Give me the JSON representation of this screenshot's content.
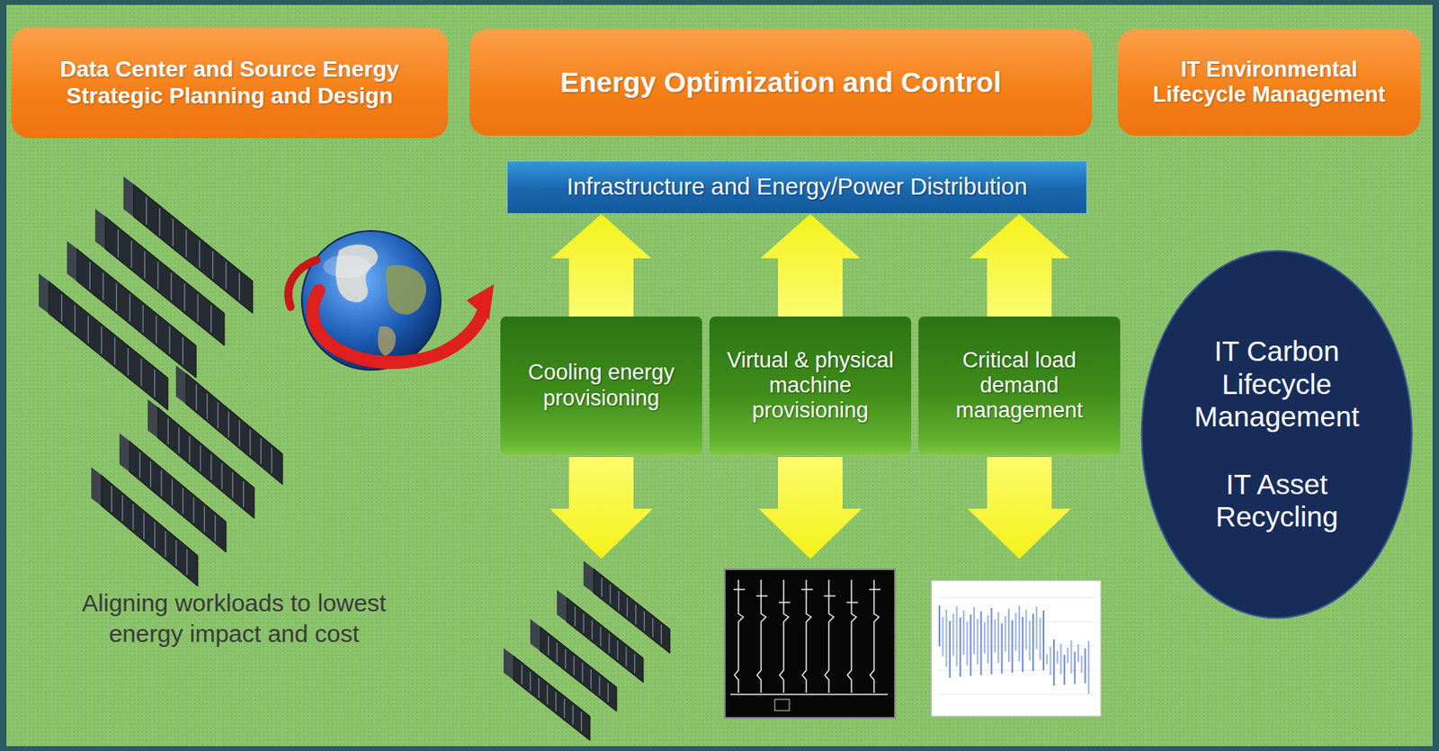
{
  "diagram": {
    "nodes": [
      {
        "text": [
          "Data Center and Source Energy Strategic Planning and Design"
        ]
      },
      {
        "text": [
          "Energy Optimization and Control"
        ]
      },
      {
        "text": [
          "IT Environmental Lifecycle Management"
        ]
      },
      {
        "text": [
          "Infrastructure and Energy/Power Distribution"
        ]
      },
      {
        "text": [
          "Cooling energy provisioning"
        ]
      },
      {
        "text": [
          "Virtual & physical machine provisioning"
        ]
      },
      {
        "text": [
          "Critical load demand management"
        ]
      },
      {
        "text": [
          "IT Carbon Lifecycle Management",
          "IT Asset Recycling"
        ]
      }
    ],
    "edges": [
      {
        "from": 4,
        "to": 3,
        "arrow": "to"
      },
      {
        "from": 5,
        "to": 3,
        "arrow": "to"
      },
      {
        "from": 6,
        "to": 3,
        "arrow": "to"
      }
    ],
    "labels": [
      "Aligning workloads to lowest energy impact and cost"
    ]
  }
}
